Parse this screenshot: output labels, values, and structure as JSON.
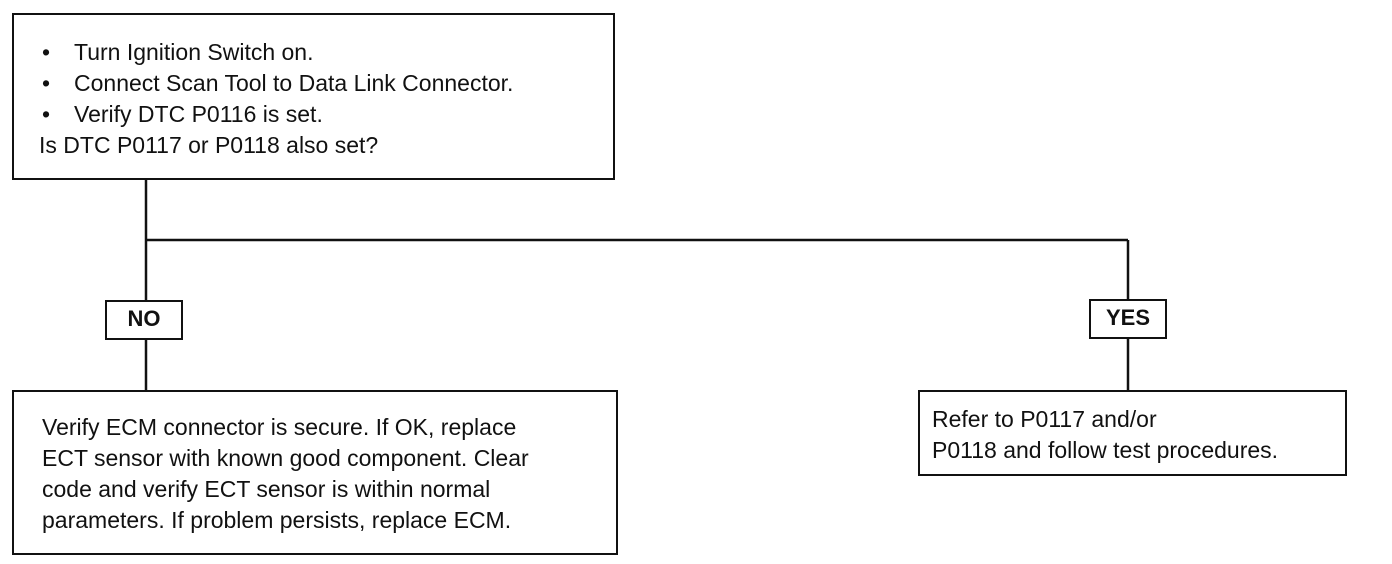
{
  "start": {
    "bullets": [
      "Turn Ignition Switch on.",
      "Connect Scan Tool to Data Link Connector.",
      "Verify DTC P0116 is set."
    ],
    "question": "Is DTC P0117 or P0118 also set?"
  },
  "branches": {
    "no": {
      "label": "NO",
      "result_lines": [
        "Verify ECM connector is secure. If OK, replace",
        "ECT sensor with known good component. Clear",
        "code and verify ECT sensor is within normal",
        "parameters. If problem persists, replace ECM."
      ]
    },
    "yes": {
      "label": "YES",
      "result_lines": [
        "Refer to  P0117 and/or",
        "P0118 and follow test procedures."
      ]
    }
  }
}
